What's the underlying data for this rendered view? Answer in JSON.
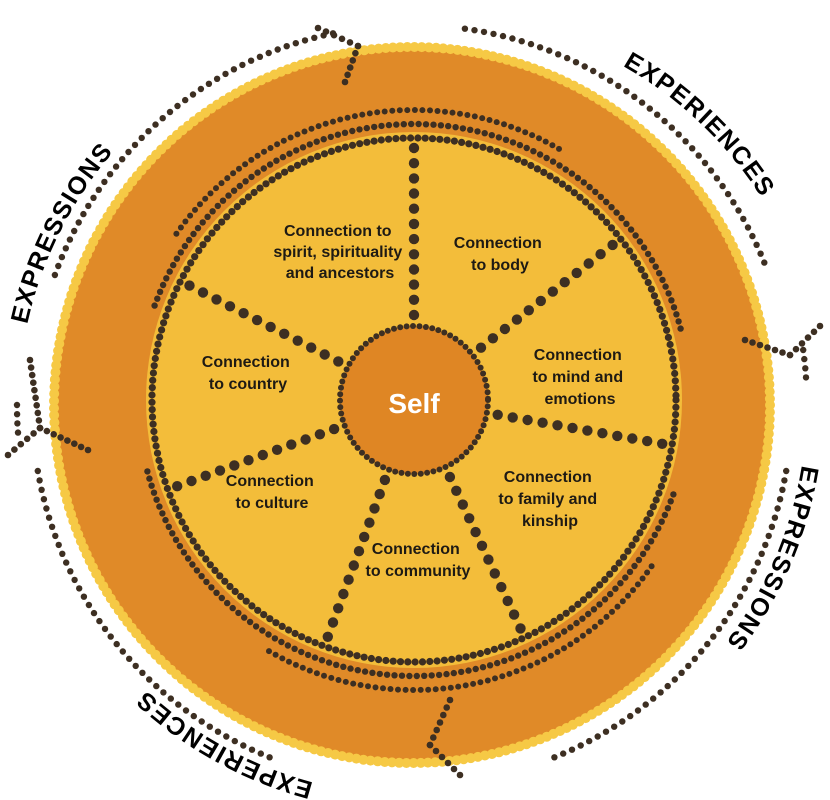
{
  "diagram": {
    "center": {
      "label": "Self"
    },
    "segments": [
      {
        "id": "spirit",
        "lines": [
          "Connection to",
          "spirit, spirituality",
          "and ancestors"
        ]
      },
      {
        "id": "body",
        "lines": [
          "Connection",
          "to body"
        ]
      },
      {
        "id": "mind",
        "lines": [
          "Connection",
          "to mind and",
          "emotions"
        ]
      },
      {
        "id": "family",
        "lines": [
          "Connection",
          "to family and",
          "kinship"
        ]
      },
      {
        "id": "community",
        "lines": [
          "Connection",
          "to community"
        ]
      },
      {
        "id": "culture",
        "lines": [
          "Connection",
          "to culture"
        ]
      },
      {
        "id": "country",
        "lines": [
          "Connection",
          "to country"
        ]
      }
    ],
    "outer_labels": [
      {
        "id": "expressions-top-left",
        "text": "EXPRESSIONS"
      },
      {
        "id": "experiences-top-right",
        "text": "EXPERIENCES"
      },
      {
        "id": "expressions-bottom-right",
        "text": "EXPRESSIONS"
      },
      {
        "id": "experiences-bottom-left",
        "text": "EXPERIENCES"
      }
    ],
    "colors": {
      "outer_ring": "#e08a28",
      "inner_disc": "#f3bd3a",
      "center": "#df8624",
      "dots_dark": "#3d2f22",
      "dots_light": "#f6c945",
      "center_text": "#ffffff",
      "label_text": "#1e1a14"
    }
  }
}
